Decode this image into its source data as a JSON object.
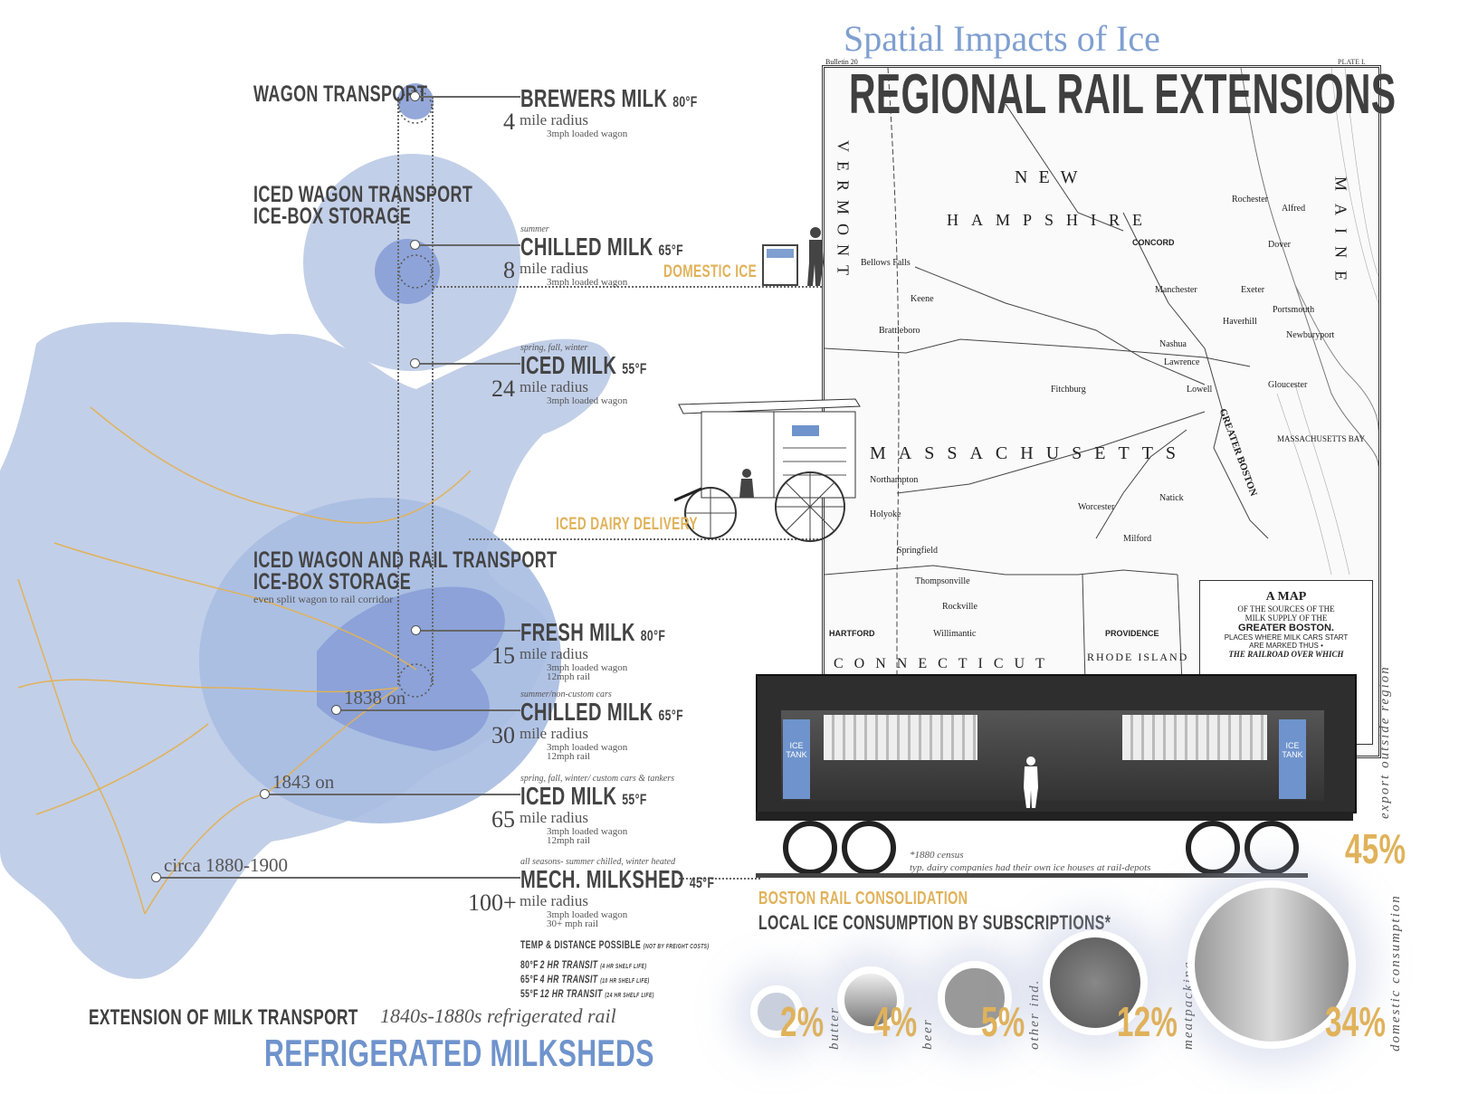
{
  "titles": {
    "subtitle": "Spatial Impacts of Ice",
    "main": "REGIONAL RAIL EXTENSIONS",
    "bottom_left": "EXTENSION OF MILK TRANSPORT",
    "bottom_left_italic": "1840s-1880s refrigerated rail",
    "bottom_blue": "REFRIGERATED MILKSHEDS"
  },
  "sections": [
    {
      "title": "WAGON TRANSPORT"
    },
    {
      "title": "ICED WAGON TRANSPORT",
      "line2": "ICE-BOX STORAGE"
    },
    {
      "title": "ICED WAGON AND RAIL TRANSPORT",
      "line2": "ICE-BOX STORAGE",
      "note": "even split wagon to rail corridor"
    }
  ],
  "milk_entries": [
    {
      "season": "",
      "name": "BREWERS MILK",
      "temp": "80°F",
      "radius": "4",
      "radius_label": "mile radius",
      "speeds": [
        "3mph loaded wagon"
      ],
      "date": ""
    },
    {
      "season": "summer",
      "name": "CHILLED MILK",
      "temp": "65°F",
      "radius": "8",
      "radius_label": "mile radius",
      "speeds": [
        "3mph loaded wagon"
      ],
      "date": ""
    },
    {
      "season": "spring, fall, winter",
      "name": "ICED MILK",
      "temp": "55°F",
      "radius": "24",
      "radius_label": "mile radius",
      "speeds": [
        "3mph loaded wagon"
      ],
      "date": ""
    },
    {
      "season": "",
      "name": "FRESH MILK",
      "temp": "80°F",
      "radius": "15",
      "radius_label": "mile radius",
      "speeds": [
        "3mph loaded wagon",
        "12mph rail"
      ],
      "date": ""
    },
    {
      "season": "summer/non-custom cars",
      "name": "CHILLED MILK",
      "temp": "65°F",
      "radius": "30",
      "radius_label": "mile radius",
      "speeds": [
        "3mph loaded wagon",
        "12mph rail"
      ],
      "date": "1838 on"
    },
    {
      "season": "spring, fall, winter/ custom cars & tankers",
      "name": "ICED MILK",
      "temp": "55°F",
      "radius": "65",
      "radius_label": "mile radius",
      "speeds": [
        "3mph loaded wagon",
        "12mph rail"
      ],
      "date": "1843 on"
    },
    {
      "season": "all seasons- summer chilled, winter heated",
      "name": "MECH. MILKSHED",
      "temp": "45°F",
      "radius": "100+",
      "radius_label": "mile radius",
      "speeds": [
        "3mph loaded wagon",
        "30+ mph rail"
      ],
      "date": "circa 1880-1900"
    }
  ],
  "temp_table": {
    "title": "TEMP & DISTANCE POSSIBLE",
    "title_note": "(NOT BY FREIGHT COSTS)",
    "rows": [
      {
        "temp": "80°F",
        "transit": "2 HR TRANSIT",
        "shelf": "(4 HR SHELF LIFE)"
      },
      {
        "temp": "65°F",
        "transit": "4 HR TRANSIT",
        "shelf": "(10 HR SHELF LIFE)"
      },
      {
        "temp": "55°F",
        "transit": "12 HR TRANSIT",
        "shelf": "(24 HR SHELF LIFE)"
      }
    ]
  },
  "callouts": {
    "domestic_ice": "DOMESTIC ICE",
    "iced_dairy_delivery": "ICED DAIRY DELIVERY",
    "ice_tank": "ICE TANK"
  },
  "map": {
    "bulletin": "Bulletin 20",
    "plate": "PLATE I.",
    "states": [
      "NEW",
      "HAMPSHIRE",
      "VERMONT",
      "MASSACHUSETTS",
      "CONNECTICUT",
      "RHODE ISLAND",
      "MAINE"
    ],
    "cities": [
      "CONCORD",
      "Manchester",
      "Nashua",
      "Lawrence",
      "Lowell",
      "Fitchburg",
      "Worcester",
      "Northampton",
      "Holyoke",
      "Springfield",
      "Thompsonville",
      "HARTFORD",
      "Rockville",
      "Willimantic",
      "PROVIDENCE",
      "Portsmouth",
      "Newburyport",
      "Gloucester",
      "Rochester",
      "Dover",
      "Exeter",
      "Haverhill",
      "Keene",
      "Brattleboro",
      "Bellows Falls",
      "Milford",
      "Natick",
      "Alfred"
    ],
    "region": "GREATER BOSTON",
    "bay": "MASSACHUSETTS BAY",
    "legend": {
      "title": "A MAP",
      "line1": "OF THE SOURCES OF THE",
      "line2": "MILK SUPPLY OF THE",
      "line3": "GREATER BOSTON.",
      "line4": "PLACES WHERE MILK CARS START",
      "line5": "ARE MARKED THUS •",
      "line6": "THE RAILROAD OVER WHICH"
    }
  },
  "census_note": {
    "line1": "*1880 census",
    "line2": "typ. dairy companies had their own ice houses at rail-depots"
  },
  "consumption": {
    "heading_gold": "BOSTON RAIL CONSOLIDATION",
    "heading": "LOCAL ICE CONSUMPTION BY SUBSCRIPTIONS*",
    "export": {
      "label": "export outside region",
      "percent": "45%"
    },
    "items": [
      {
        "label": "butter",
        "percent": "2%",
        "value": 2
      },
      {
        "label": "beer",
        "percent": "4%",
        "value": 4
      },
      {
        "label": "other ind.",
        "percent": "5%",
        "value": 5
      },
      {
        "label": "meatpacking",
        "percent": "12%",
        "value": 12
      },
      {
        "label": "domestic consumption",
        "percent": "34%",
        "value": 34
      }
    ]
  },
  "colors": {
    "light_blue": "#c2cfe8",
    "mid_blue": "#98afdb",
    "dark_blue": "#6f8fcf",
    "gold": "#e0b25a",
    "text": "#444444"
  }
}
